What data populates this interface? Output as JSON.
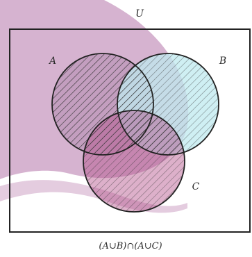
{
  "diagram": {
    "universe_label": "U",
    "sets": [
      {
        "label": "A"
      },
      {
        "label": "B"
      },
      {
        "label": "C"
      }
    ],
    "caption": "(A∪B)∩(A∪C)"
  },
  "colors": {
    "outline": "#222222",
    "set_a_fill": "#b48cb0",
    "set_b_fill": "#bfe9ef",
    "set_c_fill": "#b34f89",
    "hatch": "#333333",
    "watermark": "#cfa6c8"
  }
}
